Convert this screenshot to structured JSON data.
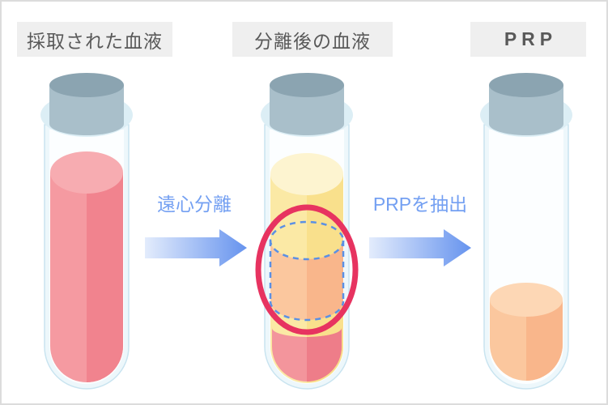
{
  "labels": {
    "tube1": "採取された血液",
    "tube2": "分離後の血液",
    "tube3": "PRP"
  },
  "arrows": {
    "step1": "遠心分離",
    "step2": "PRPを抽出"
  },
  "colors": {
    "label_bg": "#efefef",
    "label_text": "#595959",
    "arrow_text": "#74a0f2",
    "arrow_grad_from": "#e3ecfc",
    "arrow_grad_to": "#6693ee",
    "cap_top": "#8ba4b1",
    "cap_body": "#a9bfca",
    "ring": "#dceef5",
    "glass_fill": "#edf7fb",
    "glass_stroke": "#c9e4f0",
    "glass_inner": "#fcfeff",
    "blood_light": "#f59aa1",
    "blood_dark": "#f1838e",
    "blood_top": "#f7acb1",
    "plasma_light": "#fbe9a5",
    "plasma_dark": "#f9e08c",
    "plasma_top": "#fdf4d0",
    "prp_light": "#fbc79e",
    "prp_dark": "#f9b68b",
    "prp_top": "#fdd7b5",
    "rbc_light": "#f3959c",
    "rbc_dark": "#ee7d89",
    "dashed_blue": "#5b90e4",
    "highlight_red": "#e73360"
  }
}
